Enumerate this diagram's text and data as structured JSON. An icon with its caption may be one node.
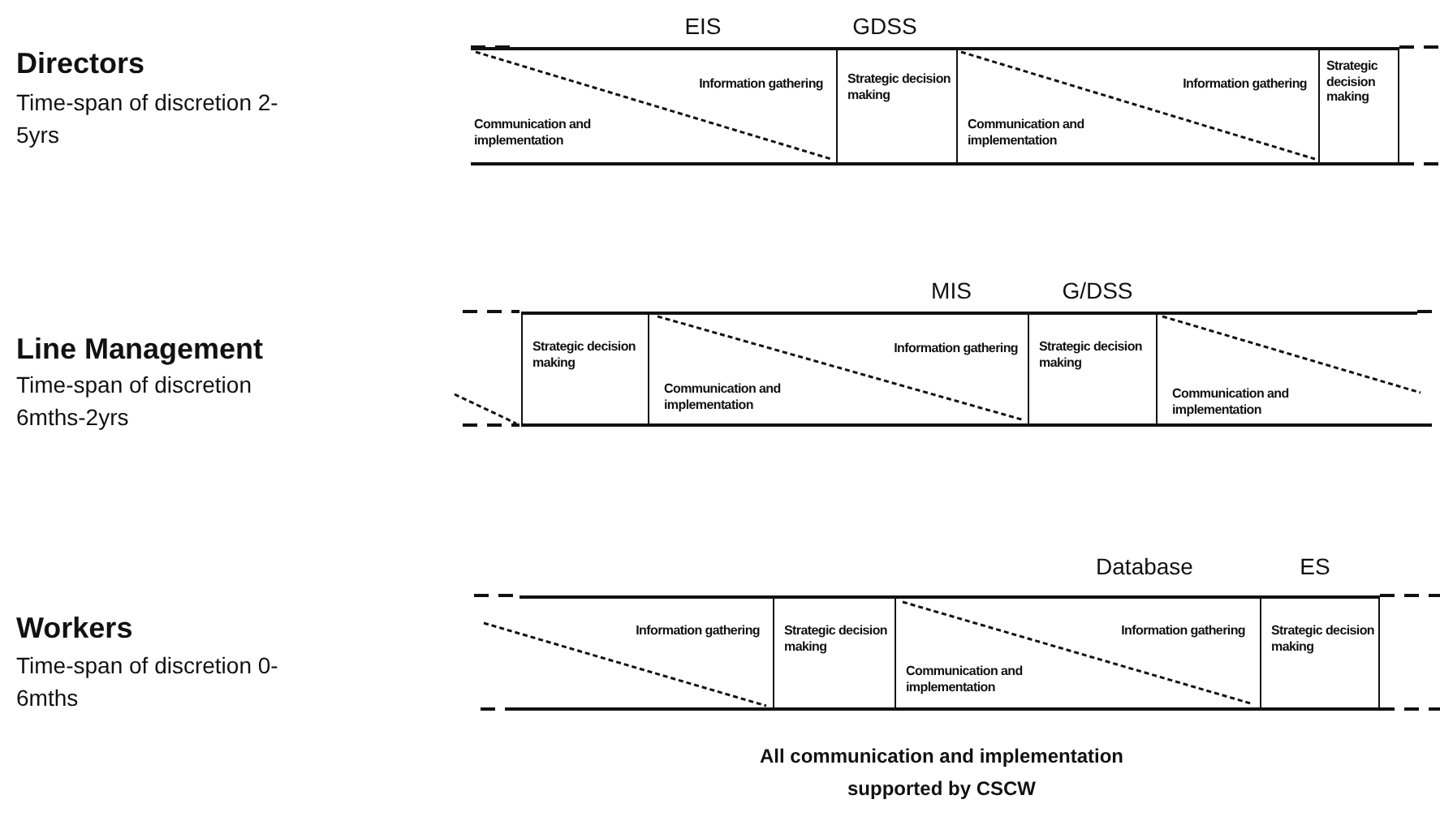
{
  "diagram": {
    "caption": "All communication and implementation supported by CSCW",
    "nodes": [
      {
        "text": [
          "Information gathering",
          "Communication and implementation"
        ]
      },
      {
        "text": [
          "Strategic decision making"
        ]
      },
      {
        "text": [
          "Information gathering",
          "Communication and implementation"
        ]
      },
      {
        "text": [
          "Strategic decision making"
        ]
      },
      {
        "text": [
          "Strategic decision making"
        ]
      },
      {
        "text": [
          "Information gathering",
          "Communication and implementation"
        ]
      },
      {
        "text": [
          "Strategic decision making"
        ]
      },
      {
        "text": [
          "Communication and implementation"
        ]
      },
      {
        "text": [
          "Information gathering"
        ]
      },
      {
        "text": [
          "Strategic decision making"
        ]
      },
      {
        "text": [
          "Information gathering",
          "Communication and implementation"
        ]
      },
      {
        "text": [
          "Strategic decision making"
        ]
      }
    ],
    "labels": [
      "EIS",
      "GDSS",
      "Directors",
      "Time-span of discretion 2-5yrs",
      "MIS",
      "G/DSS",
      "Line Management",
      "Time-span of discretion 6mths-2yrs",
      "Database",
      "ES",
      "Workers",
      "Time-span of discretion 0-6mths"
    ]
  }
}
